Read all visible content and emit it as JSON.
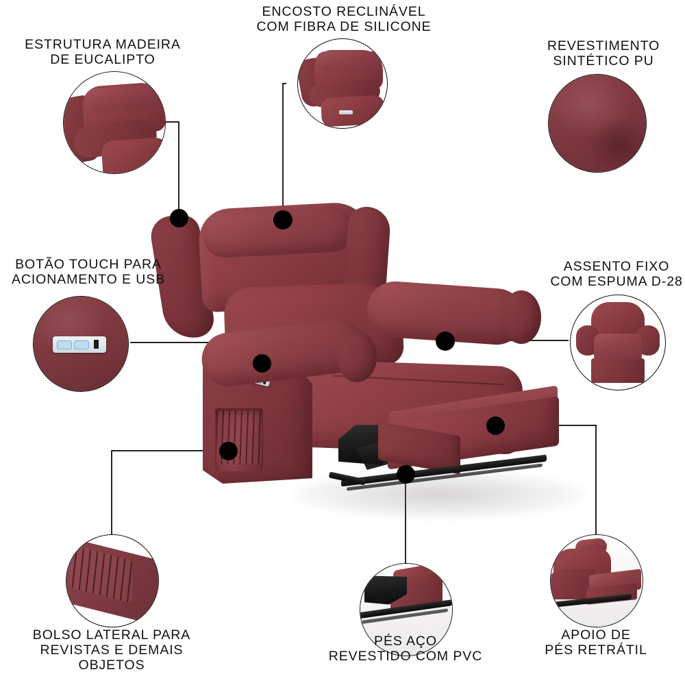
{
  "product": {
    "name": "Poltrona Reclinável",
    "upholstery_color": "#8B3F46",
    "accent_color": "#000000",
    "background_color": "#FFFFFF"
  },
  "features": [
    {
      "id": "estrutura-madeira",
      "label": "ESTRUTURA MADEIRA\nDE EUCALIPTO",
      "inset_art": "recliner-backrest-closeup",
      "position": "top-left"
    },
    {
      "id": "encosto-reclinavel",
      "label": "ENCOSTO RECLINÁVEL\nCOM FIBRA DE SILICONE",
      "inset_art": "recliner-reclined-closeup",
      "position": "top-center"
    },
    {
      "id": "revestimento-pu",
      "label": "REVESTIMENTO\nSINTÉTICO PU",
      "inset_art": "fabric-swatch",
      "position": "top-right"
    },
    {
      "id": "botao-touch",
      "label": "BOTÃO TOUCH PARA\nACIONAMENTO E USB",
      "inset_art": "touch-panel-closeup",
      "position": "middle-left"
    },
    {
      "id": "assento-fixo",
      "label": "ASSENTO FIXO\nCOM ESPUMA D-28",
      "inset_art": "recliner-front-view",
      "position": "middle-right"
    },
    {
      "id": "bolso-lateral",
      "label": "BOLSO LATERAL PARA\nREVISTAS E DEMAIS OBJETOS",
      "inset_art": "side-pocket-closeup",
      "position": "bottom-left"
    },
    {
      "id": "pes-aco",
      "label": "PÉS AÇO\nREVESTIDO COM PVC",
      "inset_art": "steel-feet-closeup",
      "position": "bottom-center"
    },
    {
      "id": "apoio-pes",
      "label": "APOIO DE\nPÉS RETRÁTIL",
      "inset_art": "footrest-closeup",
      "position": "bottom-right"
    }
  ],
  "touch_panel": {
    "button_count": 2,
    "has_usb_port": true,
    "bezel_color": "#D9E2EA",
    "button_color": "#BCD8EE"
  }
}
